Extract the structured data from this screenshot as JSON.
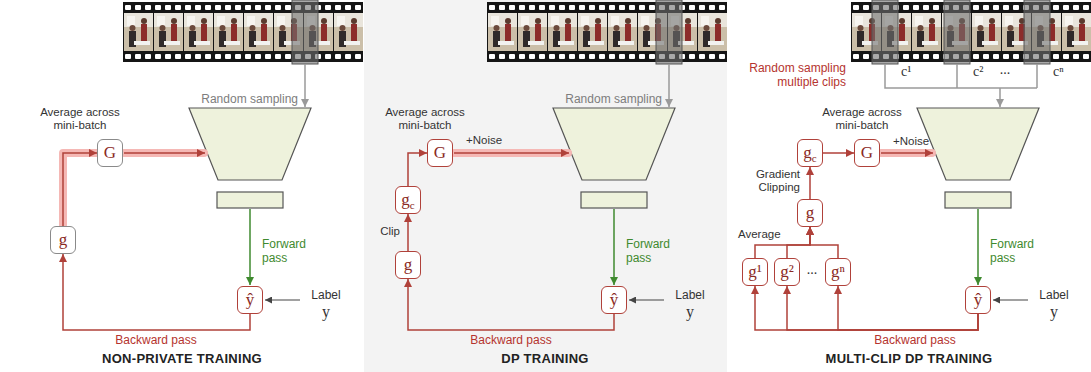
{
  "diagram": {
    "nodes": [
      {
        "text": [
          "G"
        ]
      },
      {
        "text": [
          "g"
        ]
      },
      {
        "text": [
          "ŷ"
        ]
      },
      {
        "text": [
          "G"
        ]
      },
      {
        "text": [
          "g",
          "c"
        ]
      },
      {
        "text": [
          "g"
        ]
      },
      {
        "text": [
          "ŷ"
        ]
      },
      {
        "text": [
          "g",
          "c"
        ]
      },
      {
        "text": [
          "G"
        ]
      },
      {
        "text": [
          "g"
        ]
      },
      {
        "text": [
          "g¹"
        ]
      },
      {
        "text": [
          "g²"
        ]
      },
      {
        "text": [
          "gⁿ"
        ]
      },
      {
        "text": [
          "ŷ"
        ]
      }
    ],
    "edges": [
      {
        "from": 2,
        "to": 1,
        "arrow": "to",
        "label": "Backward pass"
      },
      {
        "from": 1,
        "to": 0,
        "arrow": "to"
      },
      {
        "from": 6,
        "to": 5,
        "arrow": "to",
        "label": "Backward pass"
      },
      {
        "from": 5,
        "to": 4,
        "arrow": "to",
        "label": "Clip"
      },
      {
        "from": 4,
        "to": 3,
        "arrow": "to"
      },
      {
        "from": 13,
        "to": 10,
        "arrow": "to"
      },
      {
        "from": 13,
        "to": 11,
        "arrow": "to"
      },
      {
        "from": 13,
        "to": 12,
        "arrow": "to",
        "label": "Backward pass"
      },
      {
        "from": 10,
        "to": 9,
        "arrow": "to"
      },
      {
        "from": 11,
        "to": 9,
        "arrow": "to"
      },
      {
        "from": 12,
        "to": 9,
        "arrow": "to"
      },
      {
        "from": 9,
        "to": 7,
        "arrow": "to",
        "label": "Gradient Clipping"
      },
      {
        "from": 7,
        "to": 8,
        "arrow": "to"
      }
    ],
    "labels": [
      "Random sampling",
      "Average across mini-batch",
      "Forward pass",
      "Label",
      "y",
      "NON-PRIVATE TRAINING",
      "Random sampling",
      "Average across mini-batch",
      "+Noise",
      "Forward pass",
      "Label",
      "y",
      "DP TRAINING",
      "Random sampling multiple clips",
      "c¹",
      "c²",
      "...",
      "cⁿ",
      "Average across mini-batch",
      "+Noise",
      "Average",
      "...",
      "Forward pass",
      "Label",
      "y",
      "MULTI-CLIP DP TRAINING"
    ]
  }
}
